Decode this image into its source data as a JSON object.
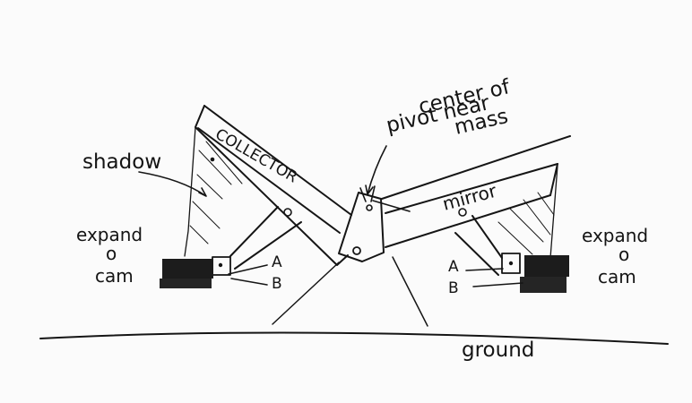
{
  "labels": {
    "shadow": "shadow",
    "collector": "COLLECTOR",
    "mirror": "mirror",
    "pivot_line1": "pivot near",
    "pivot_line2": "center of",
    "pivot_line3": "mass",
    "expand_left_1": "expand",
    "expand_left_2": "o",
    "expand_left_3": "cam",
    "expand_right_1": "expand",
    "expand_right_2": "o",
    "expand_right_3": "cam",
    "a_left": "A",
    "b_left": "B",
    "a_right": "A",
    "b_right": "B",
    "ground": "ground"
  },
  "colors": {
    "ink": "#151515",
    "paper": "#fbfbfb",
    "hatch": "#8a8a8a",
    "block": "#1c1c1c"
  }
}
